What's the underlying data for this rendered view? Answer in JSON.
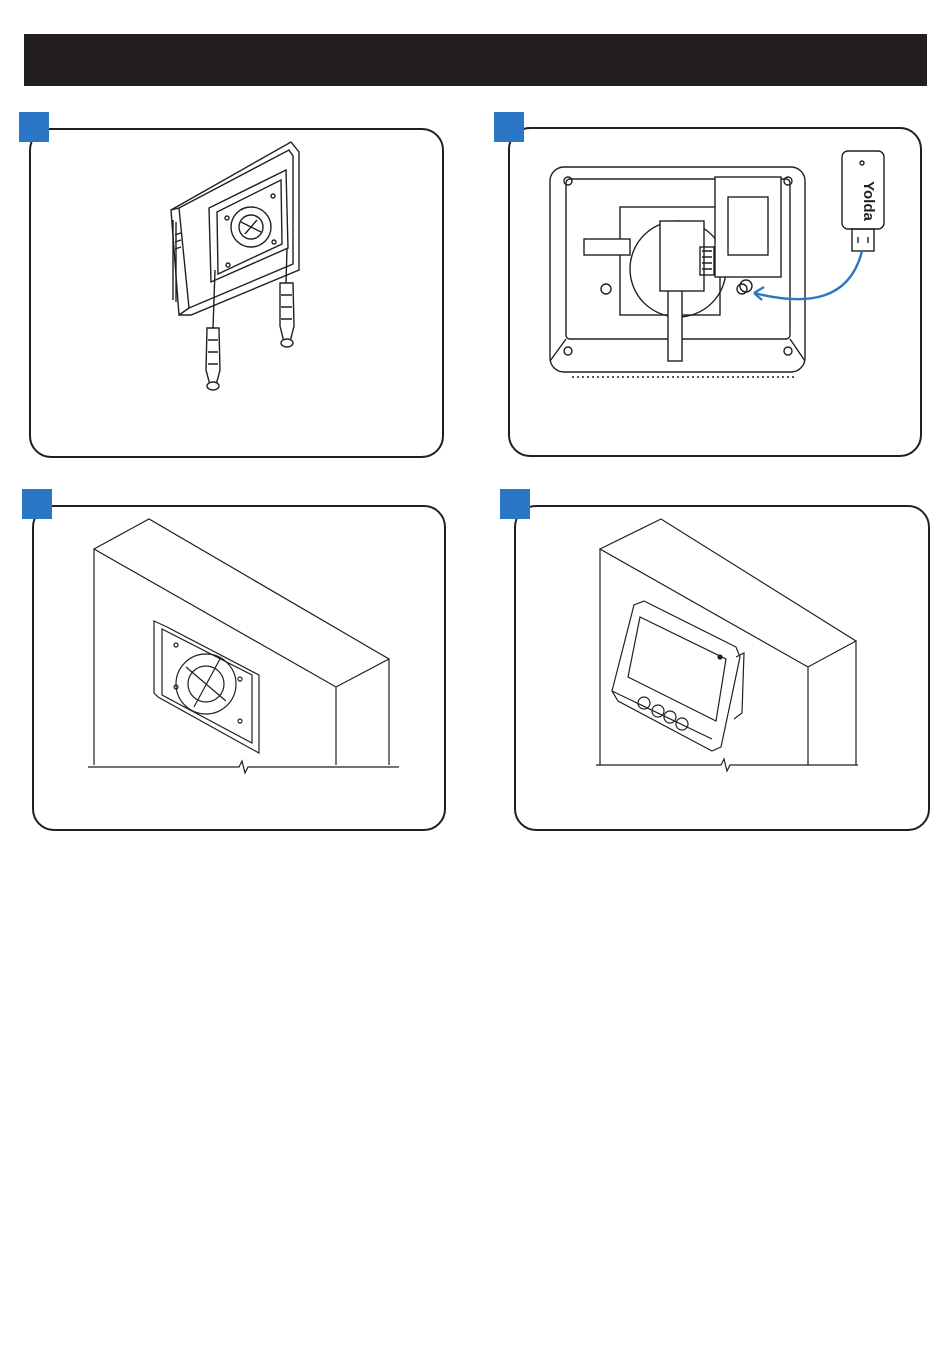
{
  "page": {
    "header_bar": {
      "color": "#231f20"
    },
    "step_marker_color": "#2c77c5",
    "arrow_color": "#2c77c5",
    "line_color": "#231f20",
    "panels": [
      {
        "name": "step-1",
        "illustration": "screwdriver-mounting-plate"
      },
      {
        "name": "step-2",
        "illustration": "usb-card-insert",
        "brand_text": "Yolda"
      },
      {
        "name": "step-3",
        "illustration": "mounting-plate-on-wall"
      },
      {
        "name": "step-4",
        "illustration": "monitor-on-wall"
      }
    ]
  }
}
